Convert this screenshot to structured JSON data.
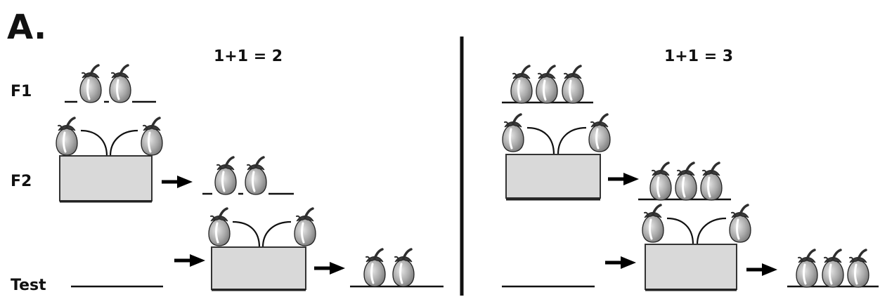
{
  "panel_label": "A.",
  "left": {
    "equation": "1+1 = 2"
  },
  "right": {
    "equation": "1+1 = 3"
  },
  "rows": {
    "f1": "F1",
    "f2": "F2",
    "test": "Test"
  },
  "colors": {
    "fruit_light": "#c9c9c9",
    "fruit_mid": "#8e8e8e",
    "fruit_cap": "#3b3b3b",
    "box_fill": "#d9d9d9",
    "divider": "#111111"
  }
}
